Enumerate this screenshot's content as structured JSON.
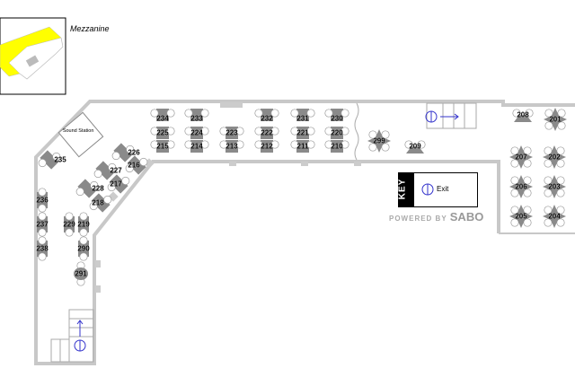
{
  "inset": {
    "label": "Mezzanine"
  },
  "sound_station": {
    "label": "Sound Station"
  },
  "key": {
    "title": "KEY",
    "exit_label": "Exit"
  },
  "powered_by": {
    "prefix": "POWERED BY",
    "brand": "SABO"
  },
  "colors": {
    "wall": "#c8c8c8",
    "table": "#8a8a8a",
    "highlight": "#ffff00",
    "exit": "#3333cc"
  },
  "tables": [
    {
      "label": "234",
      "type": "rect"
    },
    {
      "label": "233",
      "type": "rect"
    },
    {
      "label": "232",
      "type": "rect"
    },
    {
      "label": "231",
      "type": "rect"
    },
    {
      "label": "230",
      "type": "rect"
    },
    {
      "label": "225",
      "type": "rect"
    },
    {
      "label": "215",
      "type": "rect"
    },
    {
      "label": "224",
      "type": "rect"
    },
    {
      "label": "214",
      "type": "rect"
    },
    {
      "label": "223",
      "type": "rect"
    },
    {
      "label": "213",
      "type": "rect"
    },
    {
      "label": "222",
      "type": "rect"
    },
    {
      "label": "212",
      "type": "rect"
    },
    {
      "label": "221",
      "type": "rect"
    },
    {
      "label": "211",
      "type": "rect"
    },
    {
      "label": "220",
      "type": "rect"
    },
    {
      "label": "210",
      "type": "rect"
    },
    {
      "label": "235",
      "type": "diag"
    },
    {
      "label": "226",
      "type": "diag"
    },
    {
      "label": "216",
      "type": "diag"
    },
    {
      "label": "227",
      "type": "diag"
    },
    {
      "label": "217",
      "type": "diag"
    },
    {
      "label": "228",
      "type": "diag"
    },
    {
      "label": "218",
      "type": "diag"
    },
    {
      "label": "236",
      "type": "vert"
    },
    {
      "label": "237",
      "type": "vert"
    },
    {
      "label": "238",
      "type": "vert"
    },
    {
      "label": "229",
      "type": "vert"
    },
    {
      "label": "219",
      "type": "vert"
    },
    {
      "label": "290",
      "type": "vert"
    },
    {
      "label": "291",
      "type": "round"
    },
    {
      "label": "299",
      "type": "cross"
    },
    {
      "label": "209",
      "type": "half"
    },
    {
      "label": "208",
      "type": "half"
    },
    {
      "label": "201",
      "type": "cross"
    },
    {
      "label": "207",
      "type": "cross"
    },
    {
      "label": "202",
      "type": "cross"
    },
    {
      "label": "206",
      "type": "cross"
    },
    {
      "label": "203",
      "type": "cross"
    },
    {
      "label": "205",
      "type": "cross"
    },
    {
      "label": "204",
      "type": "cross"
    }
  ]
}
